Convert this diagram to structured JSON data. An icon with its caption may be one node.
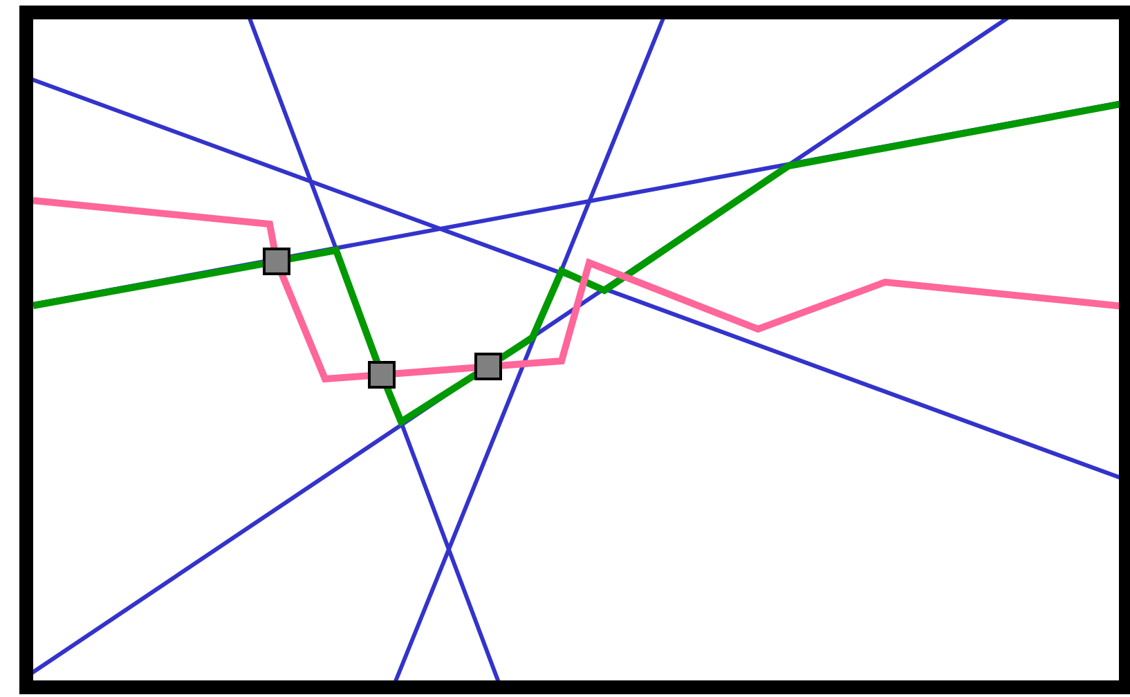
{
  "diagram": {
    "nodes": [
      {
        "text": [],
        "shape": "box"
      },
      {
        "text": [],
        "shape": "box"
      },
      {
        "text": [],
        "shape": "box"
      }
    ],
    "edges": [
      {
        "from": null,
        "to": 0,
        "arrow": "none",
        "color": "#009900"
      },
      {
        "from": 0,
        "to": 1,
        "arrow": "none",
        "color": "#009900"
      },
      {
        "from": 1,
        "to": 2,
        "arrow": "none",
        "color": "#009900"
      },
      {
        "from": 2,
        "to": null,
        "arrow": "none",
        "color": "#009900"
      },
      {
        "from": null,
        "to": 0,
        "arrow": "none",
        "color": "#ff6699"
      },
      {
        "from": 0,
        "to": 1,
        "arrow": "none",
        "color": "#ff6699"
      },
      {
        "from": 1,
        "to": 2,
        "arrow": "none",
        "color": "#ff6699"
      },
      {
        "from": 2,
        "to": null,
        "arrow": "none",
        "color": "#ff6699"
      }
    ]
  }
}
